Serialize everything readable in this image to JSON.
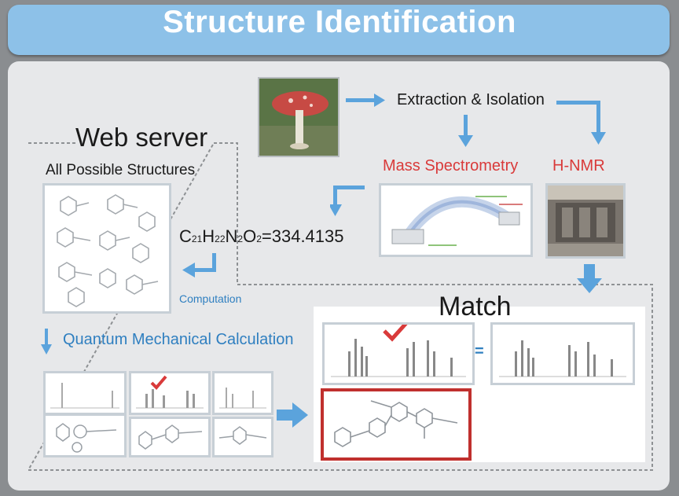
{
  "header": {
    "title": "Structure Identification"
  },
  "nodes": {
    "extraction": "Extraction & Isolation",
    "web_server": "Web server",
    "all_possible": "All Possible Structures",
    "mass_spec": "Mass Spectrometry",
    "hnmr": "H-NMR",
    "formula": {
      "c": "C",
      "c_sub": "21",
      "h": "H",
      "h_sub": "22",
      "n": "N",
      "n_sub": "2",
      "o": "O",
      "o_sub": "2",
      "mass": "=334.4135"
    },
    "computation": "Computation",
    "quantum": "Quantum Mechanical Calculation",
    "match": "Match",
    "equals": "="
  },
  "colors": {
    "title_bar": "#8dc1e8",
    "arrow": "#5ba3dc",
    "accent_red": "#d93a3a",
    "accent_blue": "#2f7fc0"
  },
  "icons": [
    "mushroom-photo",
    "check-icon",
    "arrow-right-icon",
    "arrow-down-icon"
  ]
}
